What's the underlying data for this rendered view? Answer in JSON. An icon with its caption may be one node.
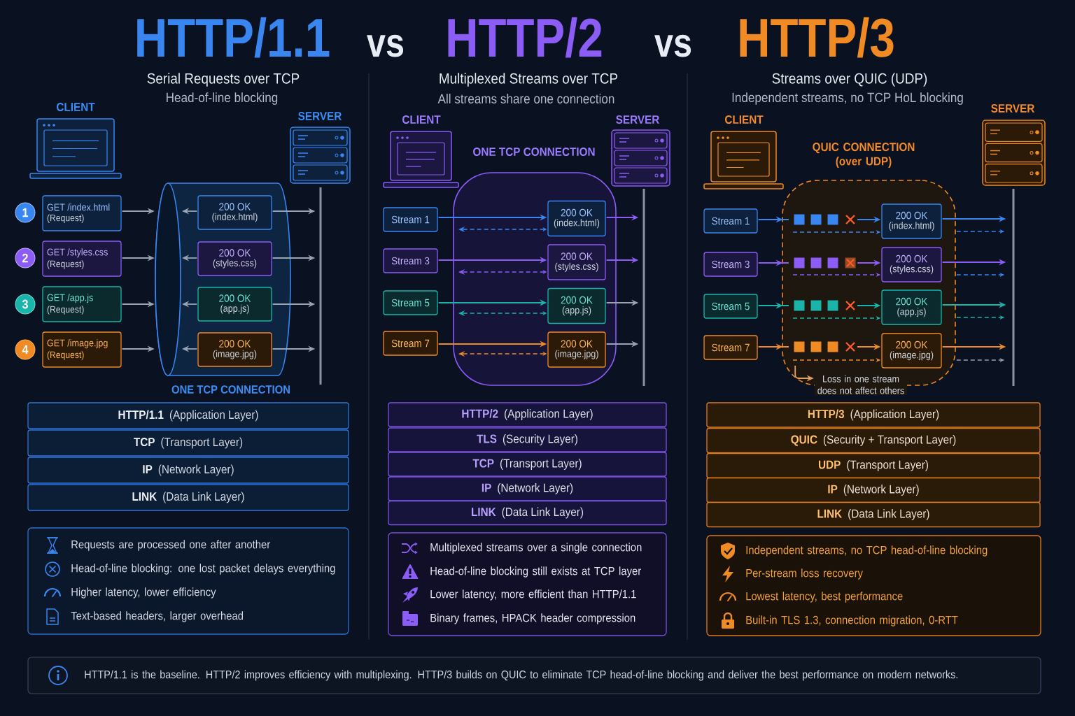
{
  "diagram": {
    "nodes": [
      {
        "text": [
          "1"
        ]
      },
      {
        "text": [
          "GET /index.html",
          "(Request)"
        ]
      },
      {
        "text": [
          "2"
        ]
      },
      {
        "text": [
          "GET /styles.css",
          "(Request)"
        ]
      },
      {
        "text": [
          "3"
        ]
      },
      {
        "text": [
          "GET /app.js",
          "(Request)"
        ]
      },
      {
        "text": [
          "4"
        ]
      },
      {
        "text": [
          "GET /image.jpg",
          "(Request)"
        ]
      },
      {
        "text": [
          "ONE TCP CONNECTION"
        ]
      },
      {
        "text": [
          "200 OK",
          "(index.html)"
        ],
        "in": 8
      },
      {
        "text": [
          "200 OK",
          "(styles.css)"
        ],
        "in": 8
      },
      {
        "text": [
          "200 OK",
          "(app.js)"
        ],
        "in": 8
      },
      {
        "text": [
          "200 OK",
          "(image.jpg)"
        ],
        "in": 8
      },
      {
        "text": [],
        "shape": "bar"
      },
      {
        "text": [
          "HTTP/1.1",
          "(Application Layer)"
        ]
      },
      {
        "text": [
          "TCP",
          "(Transport Layer)"
        ]
      },
      {
        "text": [
          "IP",
          "(Network Layer)"
        ]
      },
      {
        "text": [
          "LINK",
          "(Data Link Layer)"
        ]
      },
      {
        "text": [
          "Requests are processed one after another",
          "Head-of-line blocking: one lost packet delays everything",
          "Higher latency, lower efficiency",
          "Text-based headers, larger overhead"
        ]
      },
      {
        "text": [
          "ONE TCP CONNECTION"
        ]
      },
      {
        "text": [
          "Stream 1"
        ]
      },
      {
        "text": [
          "Stream 3"
        ]
      },
      {
        "text": [
          "Stream 5"
        ]
      },
      {
        "text": [
          "Stream 7"
        ]
      },
      {
        "text": [
          "200 OK",
          "(index.html)"
        ],
        "in": 19
      },
      {
        "text": [
          "200 OK",
          "(styles.css)"
        ],
        "in": 19
      },
      {
        "text": [
          "200 OK",
          "(app.js)"
        ],
        "in": 19
      },
      {
        "text": [
          "200 OK",
          "(image.jpg)"
        ],
        "in": 19
      },
      {
        "text": [],
        "shape": "bar"
      },
      {
        "text": [
          "HTTP/2",
          "(Application Layer)"
        ]
      },
      {
        "text": [
          "TLS",
          "(Security Layer)"
        ]
      },
      {
        "text": [
          "TCP",
          "(Transport Layer)"
        ]
      },
      {
        "text": [
          "IP",
          "(Network Layer)"
        ]
      },
      {
        "text": [
          "LINK",
          "(Data Link Layer)"
        ]
      },
      {
        "text": [
          "Multiplexed streams over a single connection",
          "Head-of-line blocking still exists at TCP layer",
          "Lower latency, more efficient than HTTP/1.1",
          "Binary frames, HPACK header compression"
        ]
      },
      {
        "text": [
          "QUIC CONNECTION (over UDP)"
        ]
      },
      {
        "text": [
          "Stream 1"
        ]
      },
      {
        "text": [
          "Stream 3"
        ]
      },
      {
        "text": [
          "Stream 5"
        ]
      },
      {
        "text": [
          "Stream 7"
        ]
      },
      {
        "text": [
          "200 OK",
          "(index.html)"
        ],
        "in": 35
      },
      {
        "text": [
          "200 OK",
          "(styles.css)"
        ],
        "in": 35
      },
      {
        "text": [
          "200 OK",
          "(app.js)"
        ],
        "in": 35
      },
      {
        "text": [
          "200 OK",
          "(image.jpg)"
        ],
        "in": 35
      },
      {
        "text": [
          "Loss in one stream does not affect others"
        ]
      },
      {
        "text": [],
        "shape": "bar"
      },
      {
        "text": [
          "HTTP/3",
          "(Application Layer)"
        ]
      },
      {
        "text": [
          "QUIC",
          "(Security + Transport Layer)"
        ]
      },
      {
        "text": [
          "UDP",
          "(Transport Layer)"
        ]
      },
      {
        "text": [
          "IP",
          "(Network Layer)"
        ]
      },
      {
        "text": [
          "LINK",
          "(Data Link Layer)"
        ]
      },
      {
        "text": [
          "Independent streams, no TCP head-of-line blocking",
          "Per-stream loss recovery",
          "Lowest latency, best performance",
          "Built-in TLS 1.3, connection migration, 0-RTT"
        ]
      },
      {
        "text": [
          "HTTP/1.1 is the baseline. HTTP/2 improves efficiency with multiplexing. HTTP/3 builds on QUIC to eliminate TCP head-of-line blocking and deliver the best performance on modern networks."
        ]
      }
    ],
    "edges": [
      {
        "from": 1,
        "to": 8,
        "arrow": "to"
      },
      {
        "from": 3,
        "to": 8,
        "arrow": "to"
      },
      {
        "from": 5,
        "to": 8,
        "arrow": "to"
      },
      {
        "from": 7,
        "to": 8,
        "arrow": "to"
      },
      {
        "from": 9,
        "to": null,
        "arrow": "to"
      },
      {
        "from": 10,
        "to": null,
        "arrow": "to"
      },
      {
        "from": 11,
        "to": null,
        "arrow": "to"
      },
      {
        "from": 12,
        "to": null,
        "arrow": "to"
      },
      {
        "from": 9,
        "to": 13,
        "arrow": "to"
      },
      {
        "from": 10,
        "to": 13,
        "arrow": "to"
      },
      {
        "from": 11,
        "to": 13,
        "arrow": "to"
      },
      {
        "from": 12,
        "to": 13,
        "arrow": "to"
      },
      {
        "from": 20,
        "to": 24,
        "arrow": "to",
        "color": "#3a86f0"
      },
      {
        "from": 24,
        "to": null,
        "arrow": "both",
        "style": "dashed",
        "color": "#3a86f0"
      },
      {
        "from": 21,
        "to": 25,
        "arrow": "to",
        "color": "#8b5cf6"
      },
      {
        "from": 25,
        "to": null,
        "arrow": "both",
        "style": "dashed",
        "color": "#8b5cf6"
      },
      {
        "from": 22,
        "to": 26,
        "arrow": "to",
        "color": "#19b5aa"
      },
      {
        "from": 26,
        "to": null,
        "arrow": "both",
        "style": "dashed",
        "color": "#19b5aa"
      },
      {
        "from": 23,
        "to": 27,
        "arrow": "to",
        "color": "#f08a24"
      },
      {
        "from": 27,
        "to": null,
        "arrow": "both",
        "style": "dashed",
        "color": "#f08a24"
      },
      {
        "from": 24,
        "to": 28,
        "arrow": "to",
        "color": "#8b5cf6"
      },
      {
        "from": 25,
        "to": 28,
        "arrow": "to",
        "color": "#8b5cf6"
      },
      {
        "from": 26,
        "to": 28,
        "arrow": "to"
      },
      {
        "from": 27,
        "to": 28,
        "arrow": "to"
      },
      {
        "from": 36,
        "to": 40,
        "arrow": "to",
        "color": "#3a86f0"
      },
      {
        "from": null,
        "to": 40,
        "arrow": "to",
        "style": "dashed",
        "color": "#3a86f0"
      },
      {
        "from": 37,
        "to": 41,
        "arrow": "to",
        "color": "#8b5cf6"
      },
      {
        "from": null,
        "to": 41,
        "arrow": "to",
        "style": "dashed",
        "color": "#8b5cf6"
      },
      {
        "from": 38,
        "to": 42,
        "arrow": "to",
        "color": "#19b5aa"
      },
      {
        "from": null,
        "to": 42,
        "arrow": "to",
        "style": "dashed",
        "color": "#19b5aa"
      },
      {
        "from": 39,
        "to": 43,
        "arrow": "to",
        "color": "#f08a24"
      },
      {
        "from": null,
        "to": 43,
        "arrow": "to",
        "style": "dashed",
        "color": "#f08a24"
      },
      {
        "from": 40,
        "to": 45,
        "arrow": "to",
        "color": "#3a86f0"
      },
      {
        "from": 35,
        "to": 45,
        "arrow": "to",
        "style": "dashed",
        "color": "#3a86f0"
      },
      {
        "from": 41,
        "to": 45,
        "arrow": "to",
        "color": "#8b5cf6"
      },
      {
        "from": 35,
        "to": 45,
        "arrow": "to",
        "style": "dashed",
        "color": "#3a86f0"
      },
      {
        "from": 42,
        "to": 45,
        "arrow": "to",
        "color": "#19b5aa"
      },
      {
        "from": 35,
        "to": 45,
        "arrow": "to",
        "style": "dashed",
        "color": "#19b5aa"
      },
      {
        "from": 43,
        "to": 45,
        "arrow": "to",
        "color": "#f08a24"
      },
      {
        "from": 35,
        "to": 45,
        "arrow": "to",
        "style": "dashed"
      },
      {
        "from": 35,
        "to": 44,
        "arrow": "to",
        "color": "#e0a060"
      }
    ],
    "labels": [
      "HTTP/1.1",
      "vs",
      "HTTP/2",
      "vs",
      "HTTP/3",
      "Serial Requests over TCP",
      "Head-of-line blocking",
      "Multiplexed Streams over TCP",
      "All streams share one connection",
      "Streams over QUIC (UDP)",
      "Independent streams, no TCP HoL blocking",
      "CLIENT",
      "SERVER",
      "CLIENT",
      "SERVER",
      "CLIENT",
      "SERVER"
    ]
  }
}
